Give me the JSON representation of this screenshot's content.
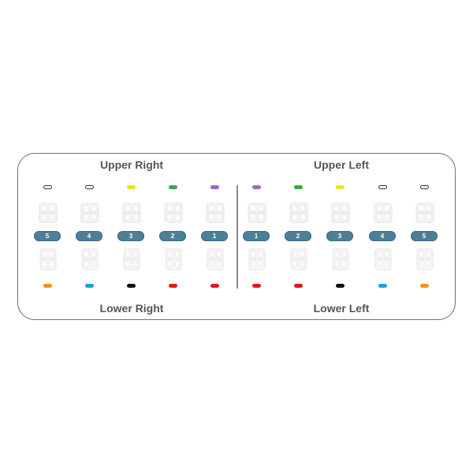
{
  "quadrants": {
    "upper_right": "Upper Right",
    "upper_left": "Upper Left",
    "lower_right": "Lower Right",
    "lower_left": "Lower Left"
  },
  "right_side": [
    {
      "number": "5",
      "upper_color": "outline",
      "lower_color": "#f0921a"
    },
    {
      "number": "4",
      "upper_color": "outline",
      "lower_color": "#1aa0e0"
    },
    {
      "number": "3",
      "upper_color": "#f2e01a",
      "lower_color": "#111111"
    },
    {
      "number": "2",
      "upper_color": "#3aaa3a",
      "lower_color": "#e01a1a"
    },
    {
      "number": "1",
      "upper_color": "#9a6ac0",
      "lower_color": "#e01a1a"
    }
  ],
  "left_side": [
    {
      "number": "1",
      "upper_color": "#9a6ac0",
      "lower_color": "#e01a1a"
    },
    {
      "number": "2",
      "upper_color": "#3aaa3a",
      "lower_color": "#e01a1a"
    },
    {
      "number": "3",
      "upper_color": "#f2e01a",
      "lower_color": "#111111"
    },
    {
      "number": "4",
      "upper_color": "outline",
      "lower_color": "#1aa0e0"
    },
    {
      "number": "5",
      "upper_color": "outline",
      "lower_color": "#f0921a"
    }
  ]
}
